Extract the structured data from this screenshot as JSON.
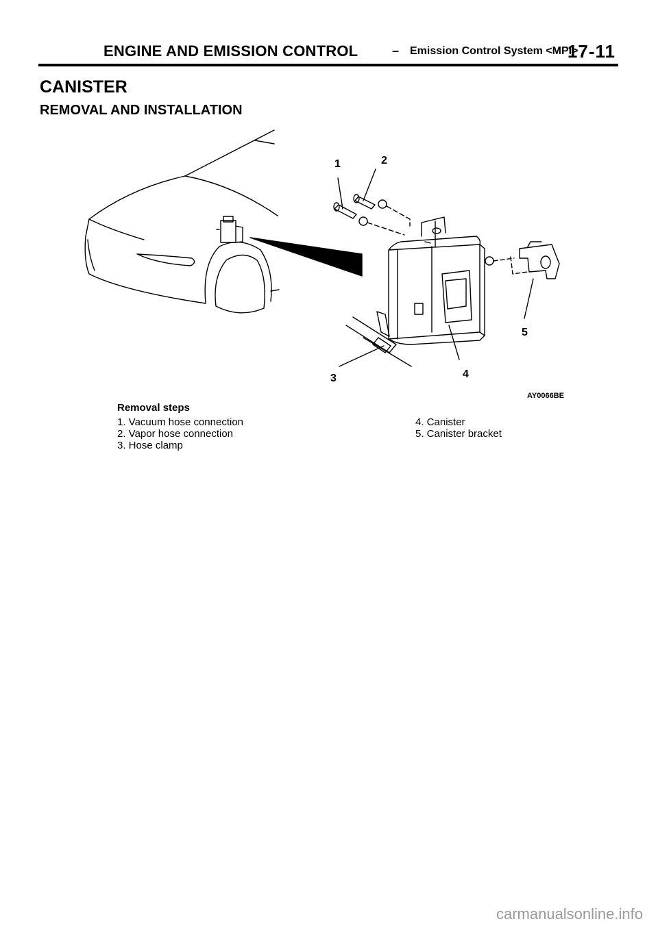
{
  "header": {
    "chapter": "ENGINE AND EMISSION CONTROL",
    "dash": "–",
    "section": "Emission Control System <MPI>",
    "page_number": "17-11"
  },
  "title": "CANISTER",
  "subtitle": "REMOVAL AND INSTALLATION",
  "figure": {
    "callouts": [
      "1",
      "2",
      "3",
      "4",
      "5"
    ],
    "figure_code": "AY0066BE"
  },
  "removal_steps": {
    "heading": "Removal steps",
    "left": [
      "1. Vacuum hose connection",
      "2. Vapor hose connection",
      "3. Hose clamp"
    ],
    "right": [
      "4. Canister",
      "5. Canister bracket"
    ]
  },
  "watermark": "carmanualsonline.info"
}
